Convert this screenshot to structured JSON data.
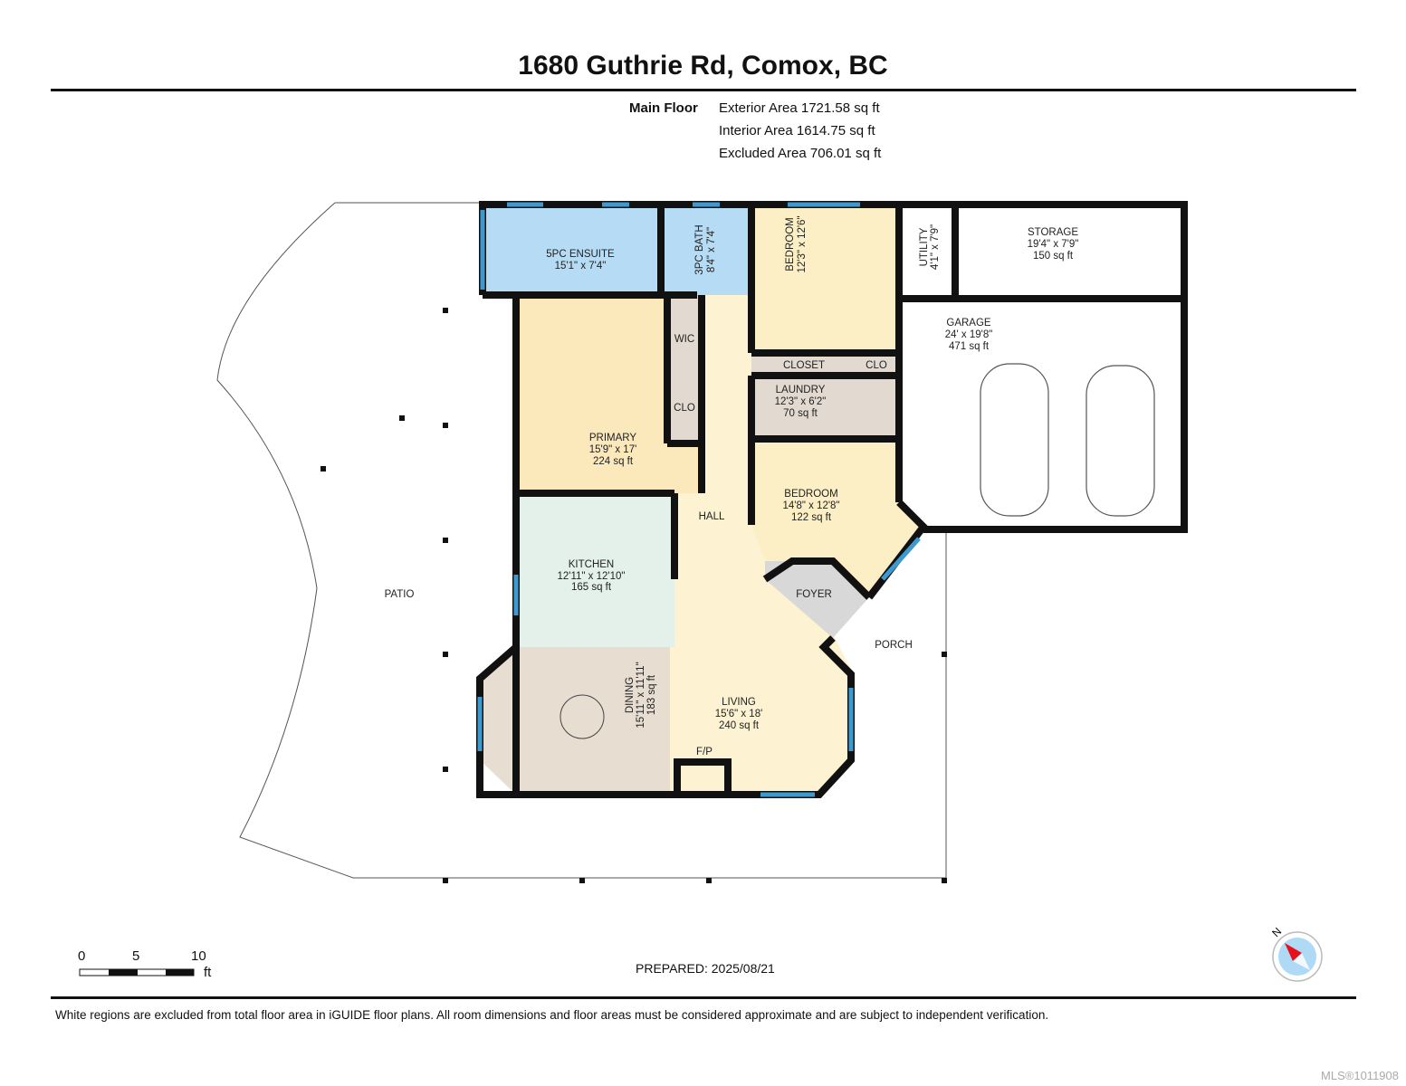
{
  "header": {
    "title": "1680 Guthrie Rd, Comox, BC"
  },
  "floor_summary": {
    "floor_name": "Main Floor",
    "exterior_area": "Exterior Area 1721.58 sq ft",
    "interior_area": "Interior Area 1614.75 sq ft",
    "excluded_area": "Excluded Area 706.01 sq ft"
  },
  "rooms": {
    "ensuite": {
      "name": "5PC ENSUITE",
      "dims": "15'1\" x 7'4\""
    },
    "bath3": {
      "name": "3PC BATH",
      "dims": "8'4\" x 7'4\""
    },
    "bedroom1": {
      "name": "BEDROOM",
      "dims": "12'3\" x 12'6\""
    },
    "utility": {
      "name": "UTILITY",
      "dims": "4'1\" x 7'9\""
    },
    "storage": {
      "name": "STORAGE",
      "dims": "19'4\" x 7'9\"",
      "area": "150 sq ft"
    },
    "garage": {
      "name": "GARAGE",
      "dims": "24' x 19'8\"",
      "area": "471 sq ft"
    },
    "wic": {
      "name": "WIC"
    },
    "clo1": {
      "name": "CLO"
    },
    "primary": {
      "name": "PRIMARY",
      "dims": "15'9\" x 17'",
      "area": "224 sq ft"
    },
    "closet": {
      "name": "CLOSET"
    },
    "clo2": {
      "name": "CLO"
    },
    "laundry": {
      "name": "LAUNDRY",
      "dims": "12'3\" x 6'2\"",
      "area": "70 sq ft"
    },
    "bedroom2": {
      "name": "BEDROOM",
      "dims": "14'8\" x 12'8\"",
      "area": "122 sq ft"
    },
    "hall": {
      "name": "HALL"
    },
    "kitchen": {
      "name": "KITCHEN",
      "dims": "12'11\" x 12'10\"",
      "area": "165 sq ft"
    },
    "foyer": {
      "name": "FOYER"
    },
    "porch": {
      "name": "PORCH"
    },
    "patio": {
      "name": "PATIO"
    },
    "dining": {
      "name": "DINING",
      "dims": "15'11\" x 11'11\"",
      "area": "183 sq ft"
    },
    "living": {
      "name": "LIVING",
      "dims": "15'6\" x 18'",
      "area": "240 sq ft"
    },
    "fireplace": {
      "name": "F/P"
    }
  },
  "scale": {
    "ticks": [
      "0",
      "5",
      "10"
    ],
    "unit": "ft"
  },
  "compass": {
    "label": "N"
  },
  "prepared": "PREPARED: 2025/08/21",
  "footnote": "White regions are excluded from total floor area in iGUIDE floor plans. All room dimensions and floor areas must be considered approximate and are subject to independent verification.",
  "watermark": "MLS®1011908",
  "colors": {
    "wall": "#111111",
    "window": "#3d9ad1",
    "bath": "#b6dcf5",
    "bedroom": "#fcefc6",
    "kitchen": "#e3f1ea",
    "dining": "#e7ddd1",
    "closet": "#e2dad0",
    "foyer": "#d8d8d8"
  }
}
